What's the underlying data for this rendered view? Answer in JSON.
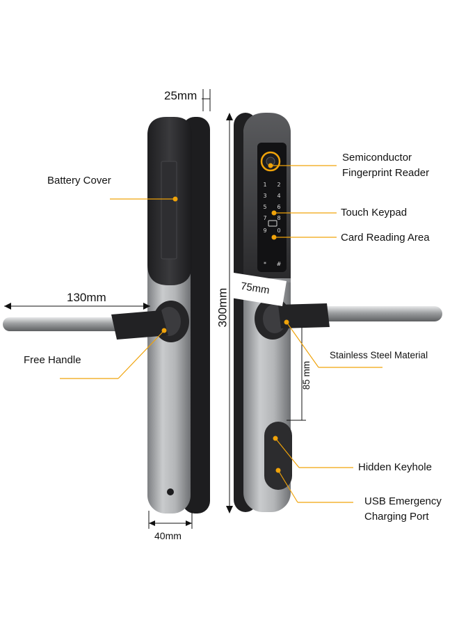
{
  "colors": {
    "accent": "#f0a30a",
    "body_dark": "#2b2b2e",
    "body_steel": "#a9abad",
    "screen": "#121214"
  },
  "labels": {
    "battery_cover": "Battery Cover",
    "free_handle": "Free Handle",
    "fingerprint_line1": "Semiconductor",
    "fingerprint_line2": "Fingerprint Reader",
    "touch_keypad": "Touch Keypad",
    "card_reading": "Card Reading Area",
    "stainless": "Stainless Steel Material",
    "hidden_keyhole": "Hidden Keyhole",
    "usb_line1": "USB Emergency",
    "usb_line2": "Charging Port"
  },
  "dimensions": {
    "depth": "25mm",
    "handle_length": "130mm",
    "height": "300mm",
    "width_front": "75mm",
    "handle_offset": "85 mm",
    "width_back": "40mm"
  },
  "keypad": {
    "keys": [
      "1",
      "2",
      "3",
      "4",
      "5",
      "6",
      "7",
      "8",
      "9",
      "0",
      "*",
      "#"
    ]
  }
}
